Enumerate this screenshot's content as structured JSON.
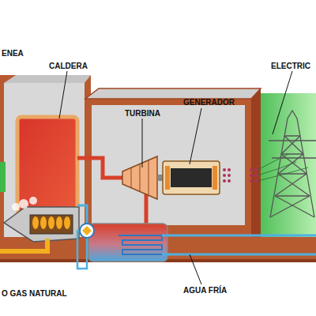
{
  "diagram": {
    "labels": [
      "ENEA",
      "CALDERA",
      "TURBINA",
      "GENERADOR",
      "ELECTRIC",
      "O GAS NATURAL",
      "AGUA FRÍA"
    ]
  }
}
